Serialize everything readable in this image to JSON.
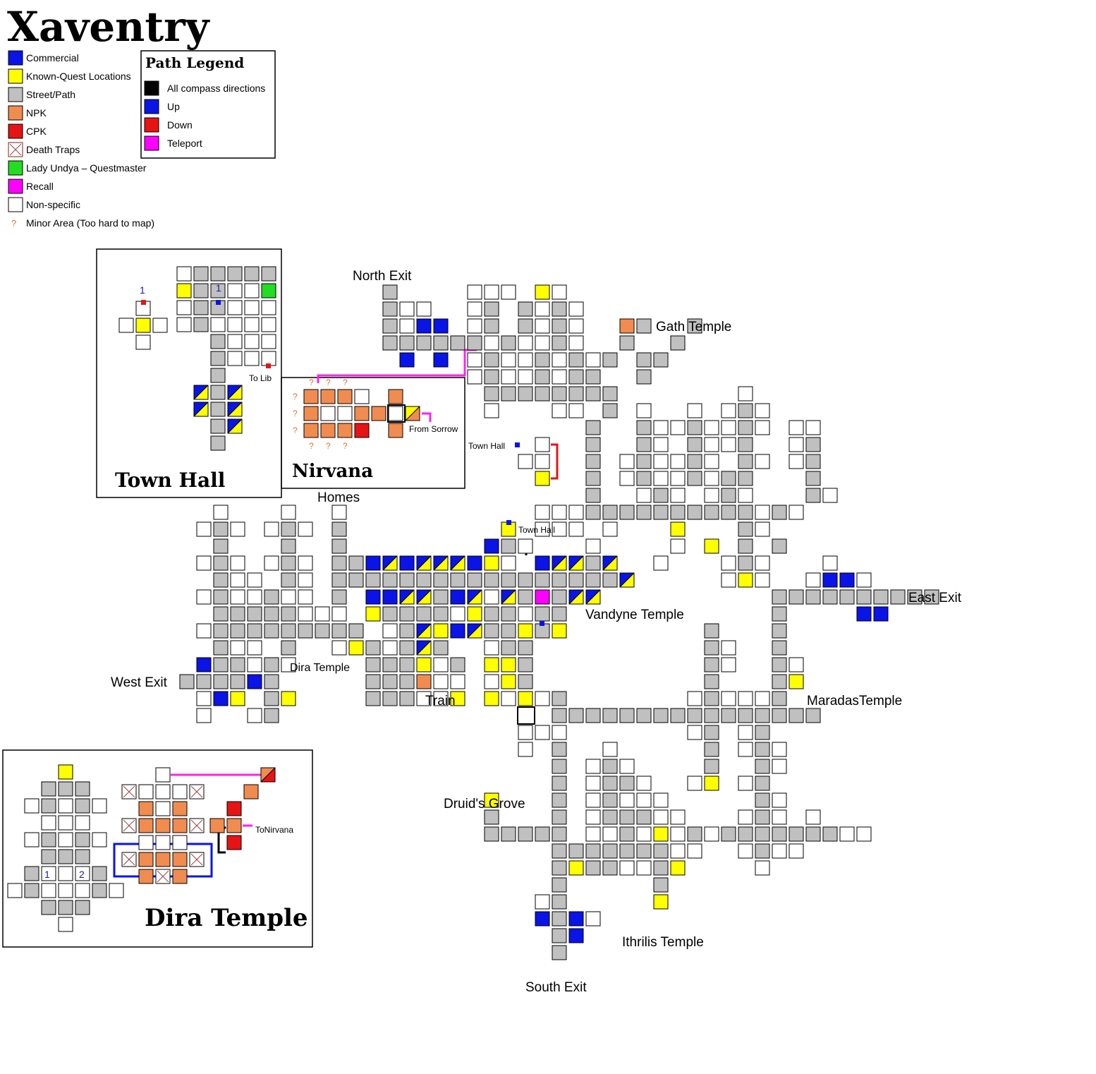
{
  "title": "Xaventry",
  "colors": {
    "commercial": "#0a14e6",
    "quest": "#ffff00",
    "street": "#c0c0c0",
    "npk": "#f08c50",
    "cpk": "#e61414",
    "questmaster": "#22dd22",
    "recall": "#ff00ff",
    "nonspecific": "#ffffff",
    "teleport_line": "#ff22ee",
    "minor_mark": "#e07030"
  },
  "legend": {
    "items": [
      {
        "label": "Commercial",
        "swatch": "commercial"
      },
      {
        "label": "Known-Quest Locations",
        "swatch": "quest"
      },
      {
        "label": "Street/Path",
        "swatch": "street"
      },
      {
        "label": "NPK",
        "swatch": "npk"
      },
      {
        "label": "CPK",
        "swatch": "cpk"
      },
      {
        "label": "Death Traps",
        "swatch": "trap"
      },
      {
        "label": "Lady Undya – Questmaster",
        "swatch": "questmaster"
      },
      {
        "label": "Recall",
        "swatch": "recall"
      },
      {
        "label": "Non-specific",
        "swatch": "nonspecific"
      },
      {
        "label": "Minor Area (Too hard to map)",
        "swatch": "minor"
      }
    ],
    "minor_symbol": "?"
  },
  "path_legend": {
    "title": "Path Legend",
    "items": [
      {
        "label": "All compass directions",
        "color": "#000000"
      },
      {
        "label": "Up",
        "color": "#0a14e6"
      },
      {
        "label": "Down",
        "color": "#e61414"
      },
      {
        "label": "Teleport",
        "color": "#ff00ff"
      }
    ]
  },
  "insets": {
    "town_hall": "Town Hall",
    "nirvana": "Nirvana",
    "dira_temple": "Dira Temple"
  },
  "labels": {
    "north_exit": "North Exit",
    "gath_temple": "Gath Temple",
    "to_lib": "To Lib",
    "from_sorrow": "From Sorrow",
    "town_hall_a": "Town Hall",
    "town_hall_b": "Town Hall",
    "homes": "Homes",
    "vandyne_temple": "Vandyne Temple",
    "east_exit": "East Exit",
    "dira_temple": "Dira Temple",
    "west_exit": "West Exit",
    "train": "Train",
    "maradas_temple": "MaradasTemple",
    "druids_grove": "Druid's Grove",
    "ithrilis_temple": "Ithrilis Temple",
    "south_exit": "South Exit",
    "to_nirvana": "ToNirvana",
    "num_one": "1",
    "num_two": "2"
  }
}
